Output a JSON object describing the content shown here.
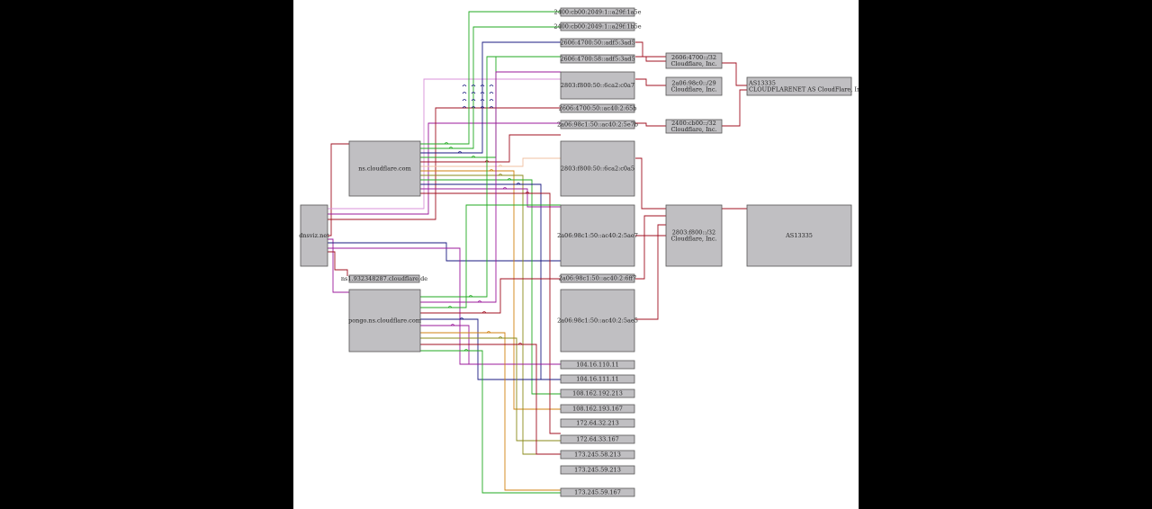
{
  "diagram": {
    "root": "dnsviz.net",
    "nameservers": [
      "ns.cloudflare.com",
      "pongo.ns.cloudflare.com"
    ],
    "nsid_label": "ns1.932348287.cloudflare.de",
    "addresses_v6": [
      "2a06:98c1:50::ac40:2:5ae5",
      "2a06:98c1:50::ac40:2:5ae7",
      "2803:f800:50::6ca2:c0a5",
      "2803:f800:50::6ca2:c0a7",
      "2606:4700:50::adf5:3ad5",
      "2606:4700:58::adf5:3ad5",
      "2a06:98c1:50::ac40:2:6ff7",
      "2400:cb00:2049:1::a29f:1b5e",
      "2400:cb00:2049:1::a29f:1a5e",
      "2606:4700:50::ac40:2:65b",
      "2a06:98c1:50::ac40:2:5e7b"
    ],
    "addresses_v4": [
      "104.16.110.11",
      "104.16.111.11",
      "108.162.192.213",
      "108.162.193.167",
      "172.64.32.213",
      "172.64.33.167",
      "173.245.58.213",
      "173.245.59.213",
      "173.245.59.167"
    ],
    "asns": [
      {
        "num": "2606:4700::/32",
        "org": "Cloudflare, Inc."
      },
      {
        "num": "2a06:98c0::/29",
        "org": "Cloudflare, Inc."
      },
      {
        "num": "2400:cb00::/32",
        "org": "Cloudflare, Inc."
      },
      {
        "num": "2803:f800::/32",
        "org": "Cloudflare, Inc."
      },
      {
        "num": "AS13335",
        "org": "CLOUDFLARENET AS CloudFlare, Inc."
      },
      {
        "num": "AS13335",
        "org": "Cloudflare, Inc."
      },
      {
        "num": "AS13335",
        "org": ""
      }
    ],
    "colors": {
      "green": "#22aa22",
      "navy": "#1a1a80",
      "purple": "#9b199b",
      "pink": "#d890d8",
      "red": "#a01020",
      "orange": "#d08010",
      "olive": "#8a8a18",
      "peach": "#f0c0a0",
      "node_fill": "#c0bfc2",
      "node_stroke": "#555555"
    }
  }
}
